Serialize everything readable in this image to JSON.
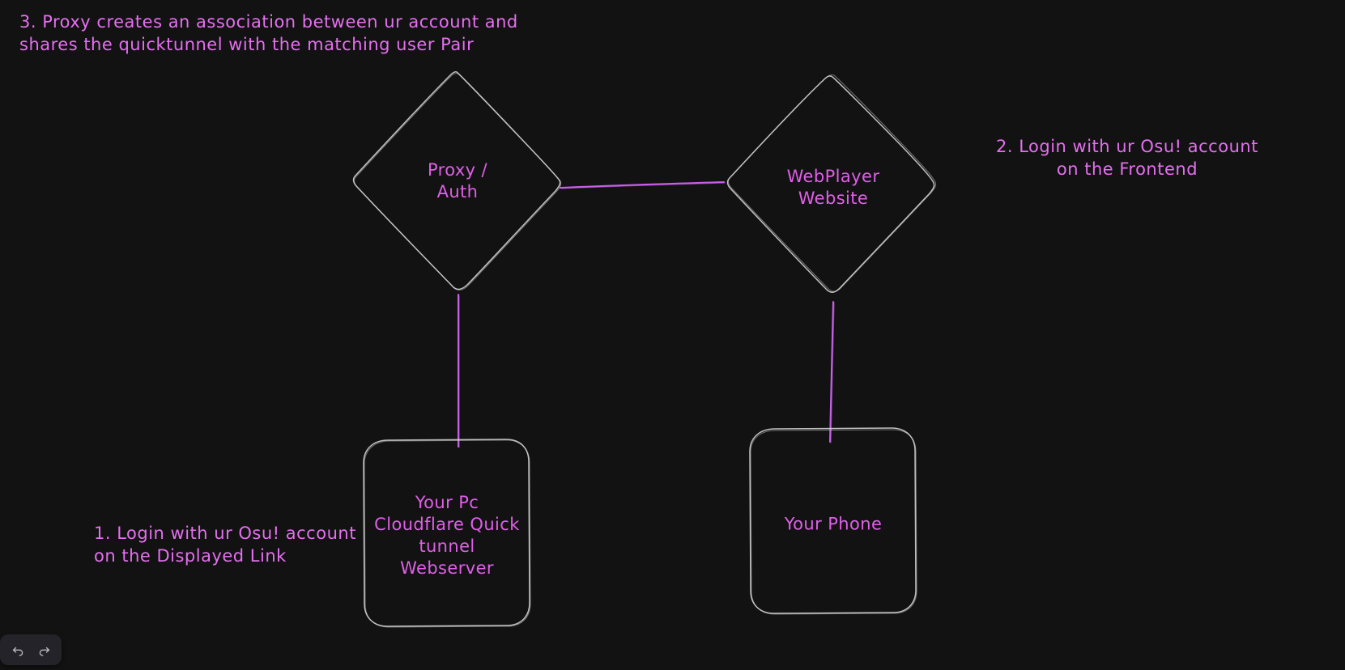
{
  "canvas": {
    "background_color": "#121212",
    "shape_stroke_color": "#cfcfcf",
    "connector_color": "#c661e8",
    "text_color": "#e05fe8"
  },
  "nodes": [
    {
      "id": "proxy-auth",
      "shape": "diamond",
      "label": "Proxy /\nAuth"
    },
    {
      "id": "webplayer-website",
      "shape": "diamond",
      "label": "WebPlayer\nWebsite"
    },
    {
      "id": "your-pc",
      "shape": "rounded-rectangle",
      "label": "Your Pc\nCloudflare Quick\ntunnel\nWebserver"
    },
    {
      "id": "your-phone",
      "shape": "rounded-rectangle",
      "label": "Your Phone"
    }
  ],
  "annotations": [
    {
      "id": "step-3",
      "text": "3. Proxy creates an association between ur account and\n shares the quicktunnel with the matching user Pair"
    },
    {
      "id": "step-2",
      "text": "2. Login with ur Osu! account\non the Frontend"
    },
    {
      "id": "step-1",
      "text": "1. Login with ur Osu! account\non the Displayed Link"
    }
  ],
  "toolbar": {
    "undo_label": "Undo",
    "redo_label": "Redo"
  }
}
